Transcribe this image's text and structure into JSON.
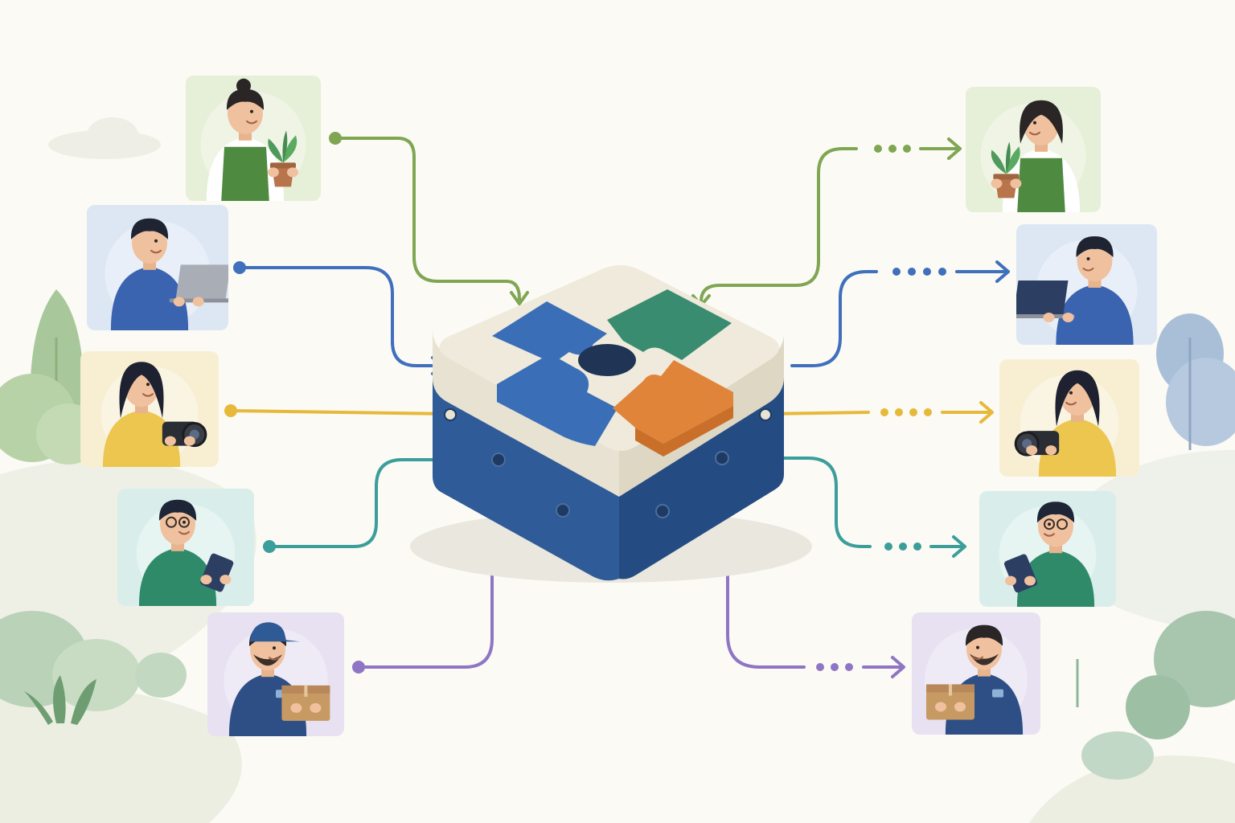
{
  "palette": {
    "background": "#fbfaf4",
    "hub_blue": "#2f5b98",
    "hub_blue_dark": "#254c82",
    "hub_top": "#efeadb",
    "puzzle_blue": "#3a6fb8",
    "puzzle_green": "#3a8c70",
    "puzzle_orange": "#e0843a",
    "puzzle_hole": "#203455"
  },
  "people": [
    {
      "id": "gardener",
      "role": "gardener holding a potted plant",
      "color": "#7fa653",
      "card": "#e6efd8",
      "shirt": "#ffffff",
      "apron": "#4e8a3f",
      "hair": "#2a2626",
      "prop": "plant-icon"
    },
    {
      "id": "developer",
      "role": "developer working on a laptop",
      "color": "#3f6fbd",
      "card": "#dde7f4",
      "shirt": "#3a63b0",
      "apron": null,
      "hair": "#1f2433",
      "prop": "laptop-icon"
    },
    {
      "id": "photographer",
      "role": "photographer holding a camera",
      "color": "#e7b93a",
      "card": "#f8efd3",
      "shirt": "#ecc64f",
      "apron": null,
      "hair": "#1e2230",
      "prop": "camera-icon"
    },
    {
      "id": "designer",
      "role": "designer drawing on a tablet",
      "color": "#3b9e9a",
      "card": "#d9eeeb",
      "shirt": "#2f8a6a",
      "apron": null,
      "hair": "#1d2536",
      "prop": "tablet-icon"
    },
    {
      "id": "courier",
      "role": "courier carrying a parcel",
      "color": "#8e76c4",
      "card": "#e7e1f2",
      "shirt": "#2e4f86",
      "apron": null,
      "hair": "#2a2626",
      "prop": "box-icon"
    }
  ]
}
